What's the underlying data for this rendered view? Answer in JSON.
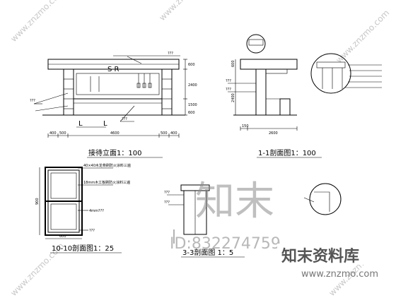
{
  "titles": {
    "front_elevation": "接待立面1：100",
    "section_11": "1-1剖面图1：100",
    "section_1010": "10-10剖面图1：25",
    "section_33": "3-3剖面图 1：5"
  },
  "front": {
    "sign": "S  R",
    "marks": [
      "L",
      "L"
    ],
    "dims_bottom": [
      "400",
      "500",
      "4600",
      "500",
      "400"
    ],
    "dims_right": [
      "600",
      "2400",
      "1500",
      "600"
    ],
    "callouts": [
      "???",
      "???",
      "???"
    ]
  },
  "section11": {
    "dims_bottom": [
      "150",
      "2600"
    ],
    "dims_left": [
      "2400",
      "600"
    ],
    "callouts": [
      "???",
      "???"
    ]
  },
  "section1010": {
    "notes": [
      "40×40木龙骨刷防火涂料三遍",
      "18mm木工板刷防火涂料三遍",
      "4mm???",
      "???"
    ],
    "dims": [
      "900",
      "600"
    ]
  },
  "section33": {
    "callouts": [
      "???",
      "???"
    ]
  },
  "watermark": {
    "big": "知末",
    "id": "ID:832274759",
    "brand": "知末资料库",
    "url": "www.znzmo.com",
    "diag": "www.znzmo.com"
  },
  "colors": {
    "ink": "#000000",
    "watermark": "#9a9a9a"
  }
}
